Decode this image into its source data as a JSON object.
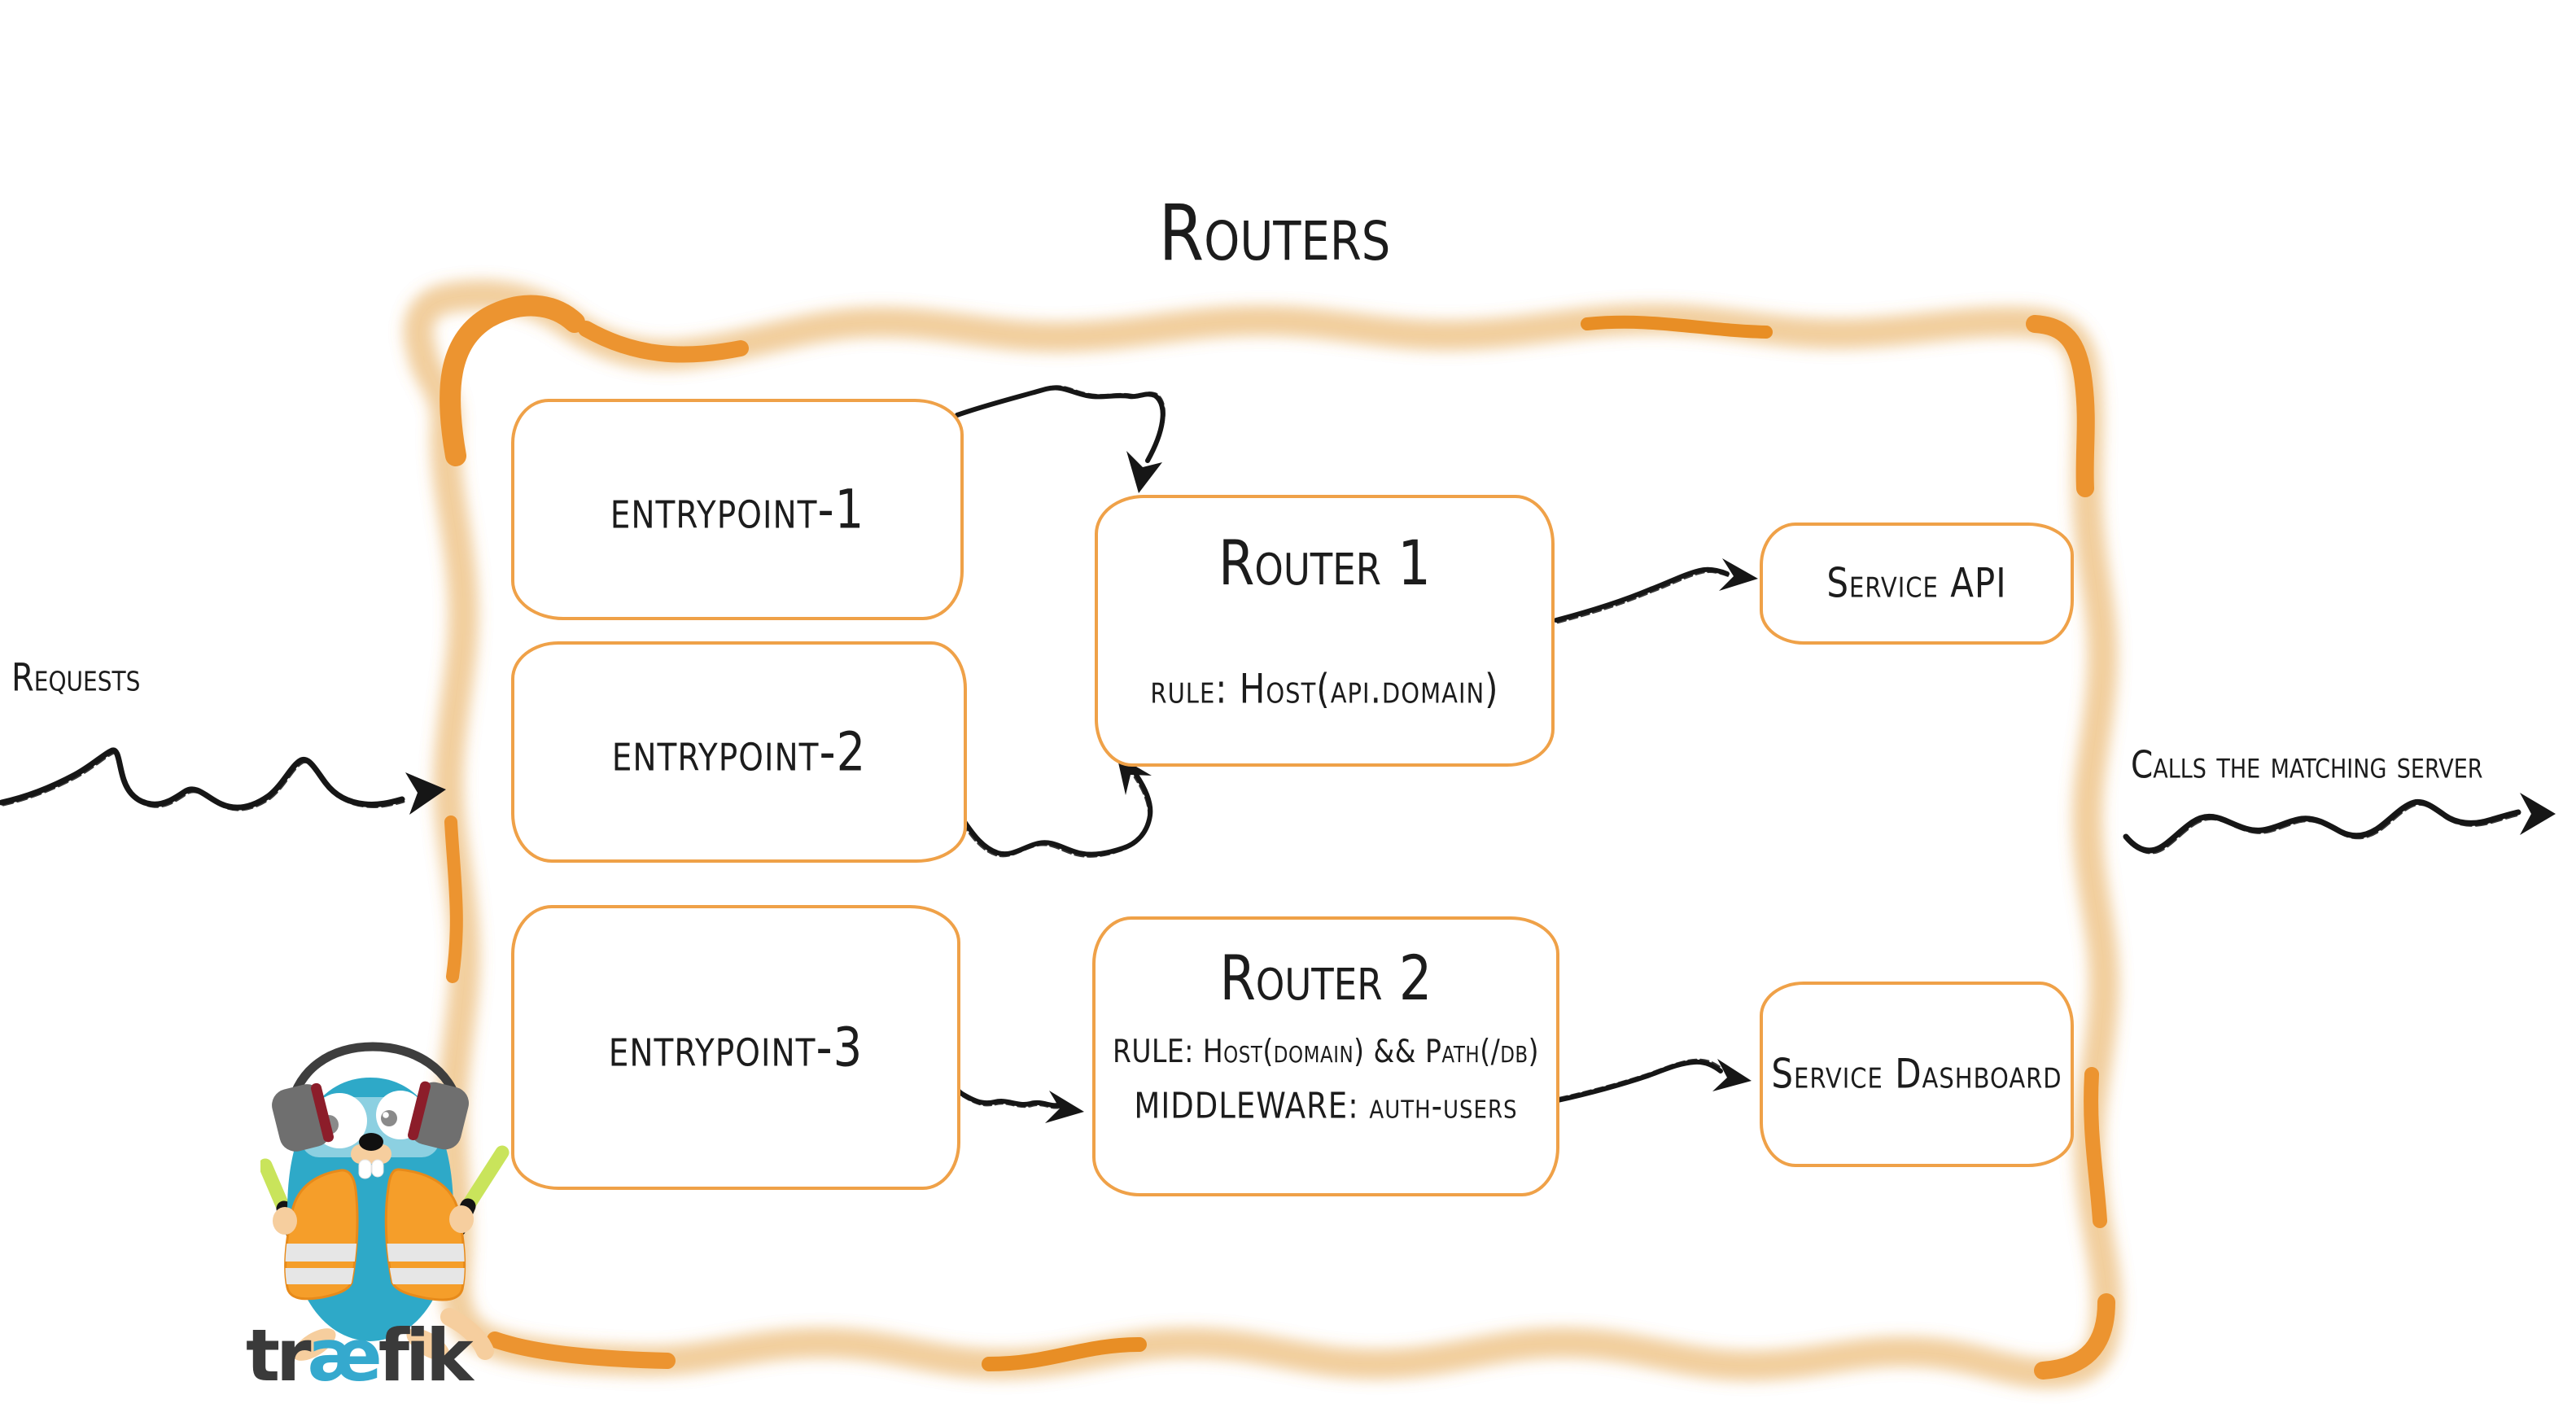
{
  "title": "Routers",
  "flow": {
    "requests_label": "Requests",
    "response_label": "Calls the matching server"
  },
  "entrypoints": [
    {
      "label": "entrypoint-1"
    },
    {
      "label": "entrypoint-2"
    },
    {
      "label": "entrypoint-3"
    }
  ],
  "routers": [
    {
      "name": "Router 1",
      "rule": "rule: Host(api.domain)"
    },
    {
      "name": "Router 2",
      "rule": "RULE: Host(domain) && Path(/db)",
      "middleware": "MIDDLEWARE: auth-users"
    }
  ],
  "services": [
    {
      "label": "Service API"
    },
    {
      "label": "Service Dashboard"
    }
  ],
  "logo": {
    "prefix": "tr",
    "ligature": "æ",
    "suffix": "fik"
  },
  "colors": {
    "accent_orange": "#EC9430",
    "box_border": "#EFA148",
    "container_fill": "#F4F4F2",
    "ink": "#1C1C1C",
    "logo_blue": "#35A9CE",
    "gopher_teal": "#2EA9C8",
    "vest_orange": "#F59E2A",
    "baton_green": "#C9E45B"
  }
}
